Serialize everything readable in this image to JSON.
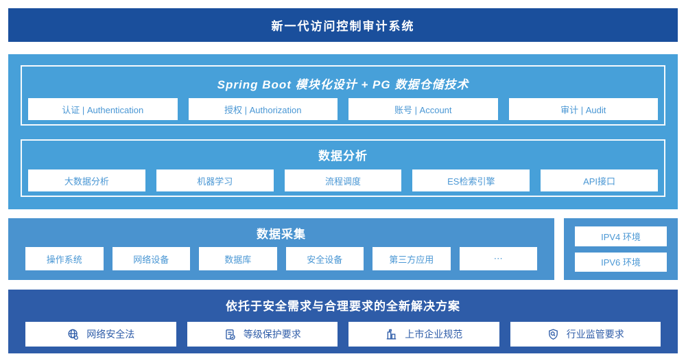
{
  "colors": {
    "header_bg": "#1a4f9c",
    "platform_bg": "#47a0d9",
    "collection_bg": "#4a93cf",
    "solution_bg": "#2e5ca8",
    "button_text": "#4a97d4",
    "solution_text": "#2e5ca8"
  },
  "header": {
    "title": "新一代访问控制审计系统"
  },
  "platform": {
    "title": "Spring Boot 模块化设计 + PG 数据仓储技术",
    "modules": [
      "认证 | Authentication",
      "授权 | Authorization",
      "账号 | Account",
      "审计 | Audit"
    ]
  },
  "analysis": {
    "title": "数据分析",
    "items": [
      "大数据分析",
      "机器学习",
      "流程调度",
      "ES检索引擎",
      "API接口"
    ]
  },
  "collection": {
    "title": "数据采集",
    "items": [
      "操作系统",
      "网络设备",
      "数据库",
      "安全设备",
      "第三方应用",
      "⋯"
    ]
  },
  "network": {
    "items": [
      "IPV4 环境",
      "IPV6 环境"
    ]
  },
  "solution": {
    "title": "依托于安全需求与合理要求的全新解决方案",
    "items": [
      {
        "icon": "globe-icon",
        "label": "网络安全法"
      },
      {
        "icon": "document-check-icon",
        "label": "等级保护要求"
      },
      {
        "icon": "building-icon",
        "label": "上市企业规范"
      },
      {
        "icon": "shield-magnifier-icon",
        "label": "行业监管要求"
      }
    ]
  }
}
